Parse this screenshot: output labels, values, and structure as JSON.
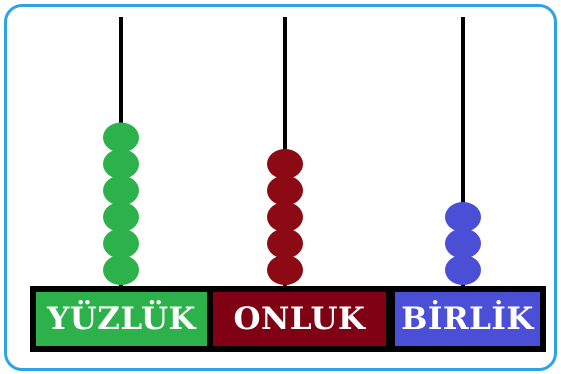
{
  "columns": [
    {
      "label": "YÜZLÜK",
      "bead_count": 6,
      "bead_color": "#2db24b",
      "label_bg": "#2db24b"
    },
    {
      "label": "ONLUK",
      "bead_count": 5,
      "bead_color": "#8b0a14",
      "label_bg": "#800014"
    },
    {
      "label": "BİRLİK",
      "bead_count": 3,
      "bead_color": "#4a4fd6",
      "label_bg": "#4a4fd6"
    }
  ],
  "colors": {
    "frame_border": "#2da3e6",
    "rod": "#000000",
    "base": "#000000",
    "label_text": "#ffffff"
  }
}
